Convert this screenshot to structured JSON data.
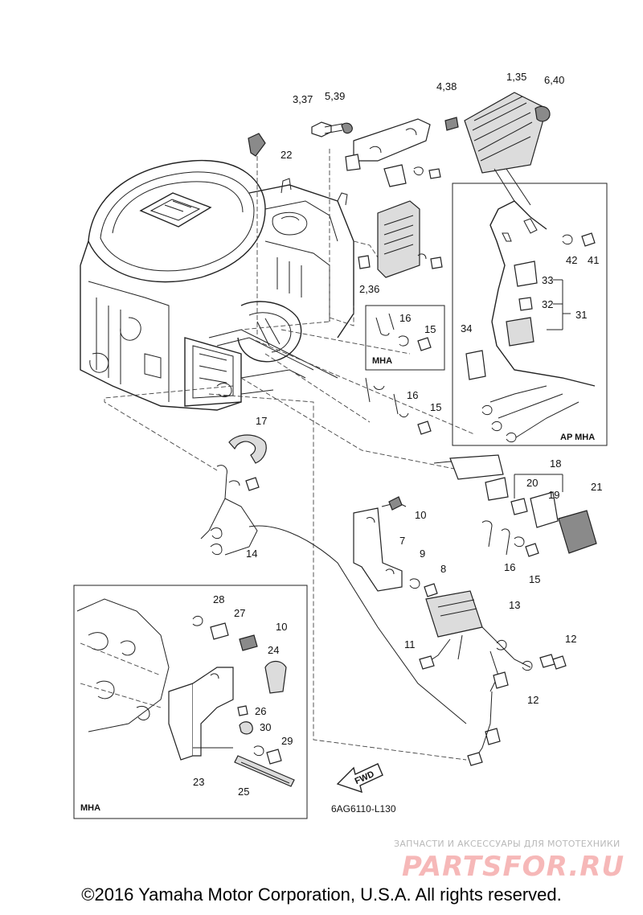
{
  "diagram": {
    "part_code": "6AG6110-L130",
    "fwd_label": "FWD",
    "boxes": {
      "mha_small": "MHA",
      "ap_mha": "AP MHA",
      "mha_bottom": "MHA"
    },
    "callouts": {
      "c_1_35": "1,35",
      "c_6_40": "6,40",
      "c_4_38": "4,38",
      "c_3_37": "3,37",
      "c_5_39": "5,39",
      "c_22": "22",
      "c_42": "42",
      "c_41": "41",
      "c_2_36": "2,36",
      "c_33": "33",
      "c_32": "32",
      "c_31": "31",
      "c_34": "34",
      "c_16a": "16",
      "c_15a": "15",
      "c_16b": "16",
      "c_15b": "15",
      "c_17": "17",
      "c_18": "18",
      "c_20": "20",
      "c_19": "19",
      "c_21": "21",
      "c_10a": "10",
      "c_7": "7",
      "c_9": "9",
      "c_8": "8",
      "c_16c": "16",
      "c_15c": "15",
      "c_14": "14",
      "c_13": "13",
      "c_11": "11",
      "c_12a": "12",
      "c_12b": "12",
      "c_28": "28",
      "c_27": "27",
      "c_10b": "10",
      "c_24": "24",
      "c_26": "26",
      "c_30": "30",
      "c_29": "29",
      "c_23": "23",
      "c_25": "25"
    }
  },
  "watermark": {
    "tagline": "ЗАПЧАСТИ И АКСЕССУАРЫ ДЛЯ МОТОТЕХНИКИ",
    "logo": "PARTSFOR.RU"
  },
  "footer": {
    "copyright": "©2016 Yamaha Motor Corporation, U.S.A. All rights reserved."
  }
}
